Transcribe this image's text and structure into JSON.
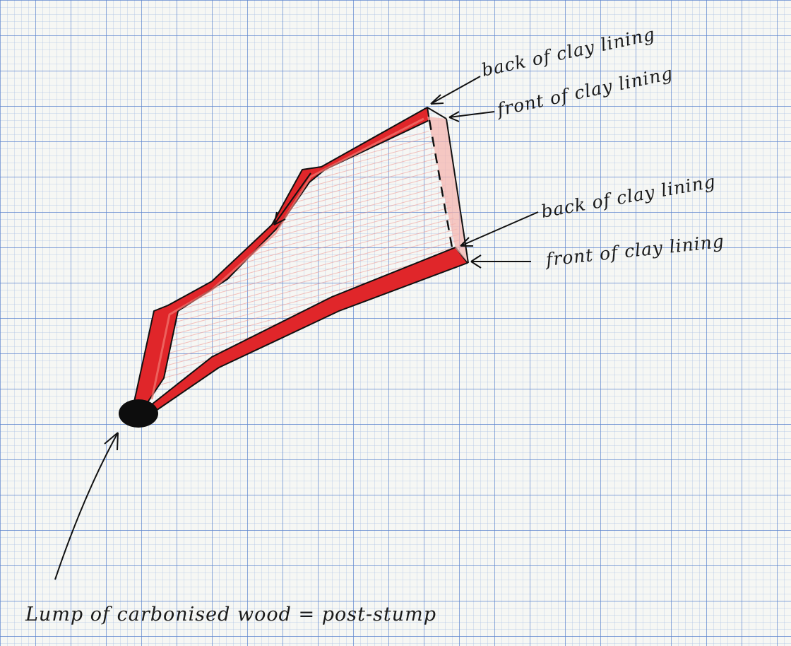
{
  "diagram": {
    "colors": {
      "paper": "#f6f7f4",
      "grid_fine": "#aec3e6",
      "grid_major": "#5d86cf",
      "lining": "#e0262a",
      "lining_fill": "#f2a3a0",
      "ink": "#111111"
    },
    "labels": {
      "back_upper": "back of clay lining",
      "front_upper": "front of clay lining",
      "back_lower": "back of clay lining",
      "front_lower": "front of clay lining",
      "stump": "Lump of carbonised wood = post-stump"
    }
  }
}
